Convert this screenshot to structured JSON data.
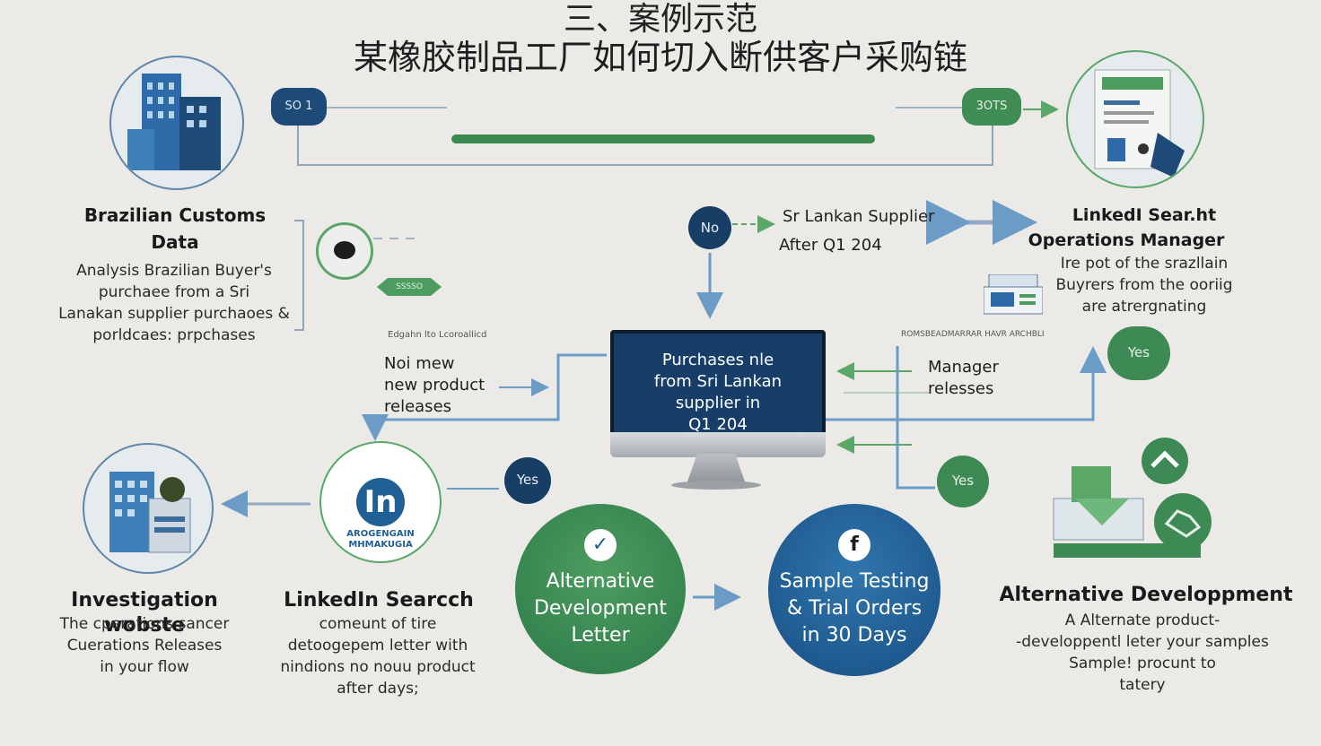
{
  "title": {
    "line1": "三、案例示范",
    "line2": "某橡胶制品工厂如何切入断供客户采购链"
  },
  "top_bar": {
    "left_pill": "SO 1",
    "right_pill": "3OTS"
  },
  "customs": {
    "heading_line1": "Brazilian Customs",
    "heading_line2": "Data",
    "body": [
      "Analysis Brazilian Buyer's",
      "purchaee from a Sri",
      "Lanakan supplier purchaoes &",
      "porldcaes: prpchases"
    ]
  },
  "small_tag": "SSSSO",
  "no_node": {
    "label": "No",
    "supplier_line1": "Sr Lankan Supplier",
    "supplier_line2": "After Q1 204"
  },
  "linkedin_search_top": {
    "heading_line1": "LinkedI Sear.ht",
    "heading_line2": "Operations Manager",
    "body": [
      "Ire pot of the srazllain",
      "Buyrers from the ooriig",
      "are atrergnating"
    ]
  },
  "tiny_labels": {
    "left": "Edgahn lto Lcoroallicd",
    "right": "ROMSBEADMARRAR HAVR ARCHBLI"
  },
  "new_product": {
    "lines": [
      "Noi mew",
      "new product",
      "releases"
    ]
  },
  "monitor": {
    "lines": [
      "Purchases nle",
      "from Sri Lankan",
      "supplier in",
      "Q1 204"
    ]
  },
  "manager": {
    "lines": [
      "Manager",
      "relesses"
    ]
  },
  "yes_badges": {
    "left": "Yes",
    "right_top": "Yes",
    "right_mid": "Yes"
  },
  "linkedin_logo": {
    "letters": "In",
    "caption_line1": "AROGENGAIN",
    "caption_line2": "MHMAKUGIA"
  },
  "investigation": {
    "heading": "Investigation wobste",
    "body": [
      "The cperations sancer",
      "Cuerations Releases",
      "in your flow"
    ]
  },
  "linkedin_search_bottom": {
    "heading": "LinkedIn Searcch",
    "body": [
      "comeunt of tire",
      "detoogepem letter with",
      "nindions no nouu product",
      "after days;"
    ]
  },
  "alt_letter": {
    "lines": [
      "Alternative",
      "Development",
      "Letter"
    ]
  },
  "sample_testing": {
    "icon": "f",
    "lines": [
      "Sample Testing",
      "& Trial Orders",
      "in 30 Days"
    ]
  },
  "alt_dev": {
    "heading": "Alternative Developpment",
    "body": [
      "A Alternate product-",
      "-developpentl leter your samples",
      "Sample! procunt to",
      "tatery"
    ]
  },
  "colors": {
    "navy": "#173f66",
    "blue": "#1e5f95",
    "green": "#3e8a55",
    "wire_blue": "#6a9cc6",
    "wire_green": "#5aa767",
    "background": "#eceae6"
  },
  "icons": [
    "office-building-icon",
    "document-panel-icon",
    "chat-bubble-icon",
    "printer-icon",
    "linkedin-icon",
    "bird-icon",
    "facebook-icon",
    "chevron-up-icon",
    "handshake-icon",
    "monitor-icon",
    "arrow-icon"
  ]
}
